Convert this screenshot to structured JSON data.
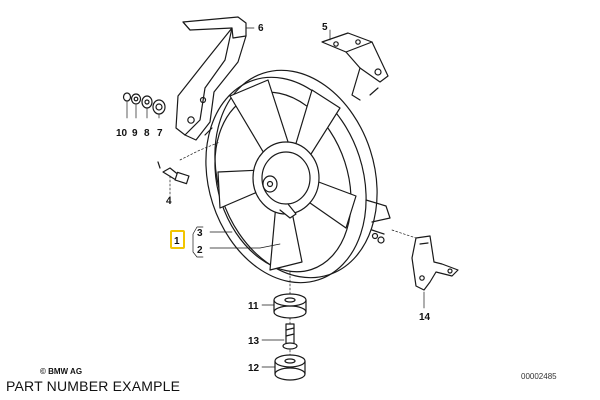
{
  "callouts": {
    "p1": "1",
    "p2": "2",
    "p3": "3",
    "p4": "4",
    "p5": "5",
    "p6": "6",
    "p7": "7",
    "p8": "8",
    "p9": "9",
    "p10": "10",
    "p11": "11",
    "p12": "12",
    "p13": "13",
    "p14": "14"
  },
  "copyright": "© BMW AG",
  "diagram_number": "00002485",
  "caption": "PART NUMBER EXAMPLE",
  "colors": {
    "highlight": "#f2c500",
    "line": "#1a1a1a"
  }
}
